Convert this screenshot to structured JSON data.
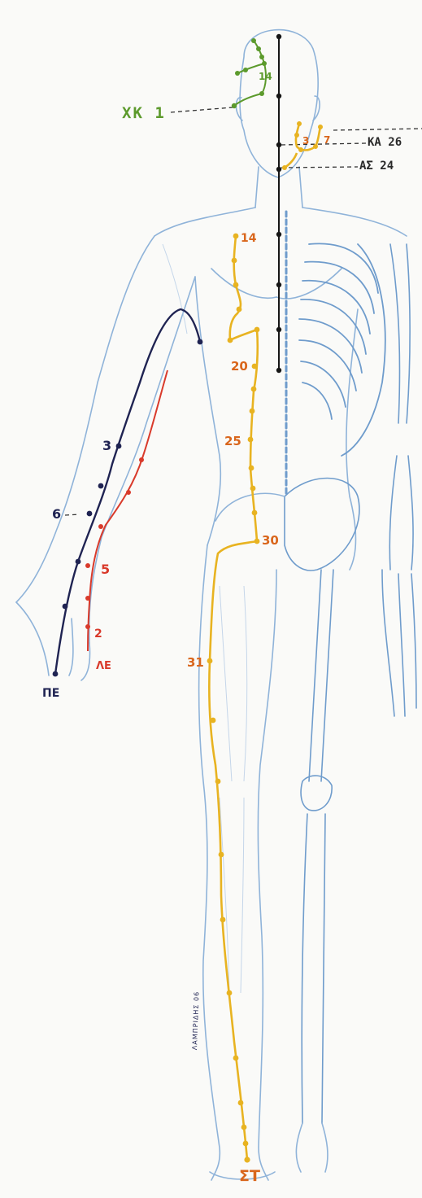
{
  "colors": {
    "background": "#fafaf8",
    "sketch": "#8fb3d9",
    "sketch_dark": "#5f88b8",
    "meridian_stomach": "#e8b321",
    "meridian_stomach_label": "#d9661c",
    "meridian_large_intestine": "#d93a2b",
    "meridian_small_intestine": "#1f2352",
    "meridian_gallbladder": "#5c9a2c",
    "meridian_midline": "#161616",
    "leader_line": "#333333"
  },
  "labels": {
    "gb": "ΧΚ 1",
    "gb_point": "14",
    "ka": "ΚΑ 26",
    "as": "ΑΣ 24",
    "face_3": "3",
    "face_7": "7",
    "st_14": "14",
    "st_20": "20",
    "st_25": "25",
    "st_30": "30",
    "st_31": "31",
    "st_end": "ΣΤ",
    "si_3": "3",
    "si_6": "6",
    "li_5": "5",
    "li_2": "2",
    "le": "ΛΕ",
    "pe": "ΠΕ",
    "signature": "ΛΑΜΠΡΙΔΗΣ 06"
  }
}
